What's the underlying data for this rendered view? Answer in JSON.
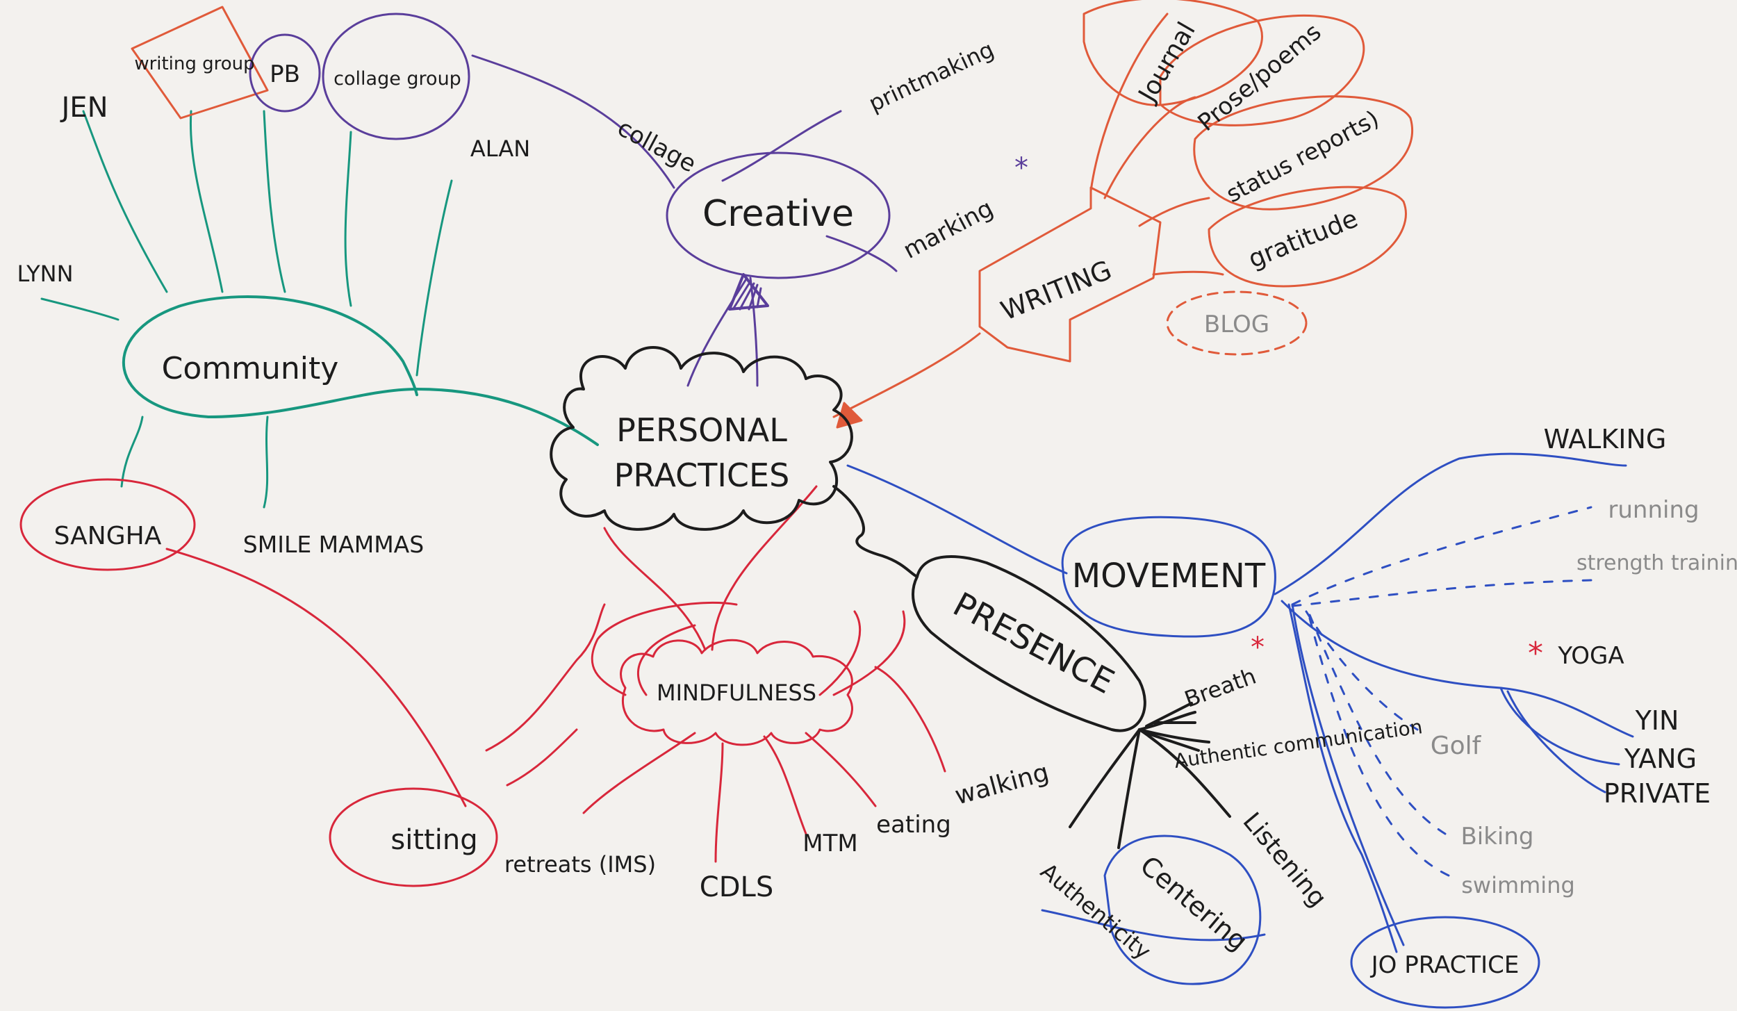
{
  "colors": {
    "paper": "#f3f1ee",
    "ink": "#1c1c1c",
    "community": "#17977f",
    "creative": "#5a3e9b",
    "writing": "#e05a3a",
    "movement": "#2e4fc2",
    "mindfulness": "#d8273b",
    "light": "#8a8a8a"
  },
  "center": {
    "line1": "PERSONAL",
    "line2": "PRACTICES"
  },
  "community": {
    "label": "Community",
    "writing_group": "writing group",
    "pb": "PB",
    "collage_group": "collage group",
    "jen": "JEN",
    "alan": "ALAN",
    "lynn": "LYNN",
    "sangha": "SANGHA",
    "smile_mammas": "SMILE MAMMAS"
  },
  "creative": {
    "label": "Creative",
    "collage": "collage",
    "printmaking": "printmaking",
    "marking": "marking",
    "star": "*"
  },
  "writing": {
    "label": "WRITING",
    "journal": "Journal",
    "prose_poems": "Prose/poems",
    "status_reports": "status reports)",
    "gratitude": "gratitude",
    "blog": "BLOG"
  },
  "presence": {
    "label": "PRESENCE",
    "breath": "Breath",
    "authentic_communication": "Authentic communication",
    "listening": "Listening",
    "centering": "Centering",
    "authenticity": "Authenticity",
    "star": "*"
  },
  "movement": {
    "label": "MOVEMENT",
    "walking": "WALKING",
    "running": "running",
    "strength": "strength training",
    "yoga": "YOGA",
    "yin": "YIN",
    "yang": "YANG",
    "private": "PRIVATE",
    "golf": "Golf",
    "biking": "Biking",
    "swimming": "swimming",
    "jo_practice": "JO PRACTICE",
    "star": "*"
  },
  "mindfulness": {
    "label": "MINDFULNESS",
    "sitting": "sitting",
    "retreats": "retreats (IMS)",
    "cdls": "CDLS",
    "mtm": "MTM",
    "eating": "eating",
    "walking": "walking"
  }
}
